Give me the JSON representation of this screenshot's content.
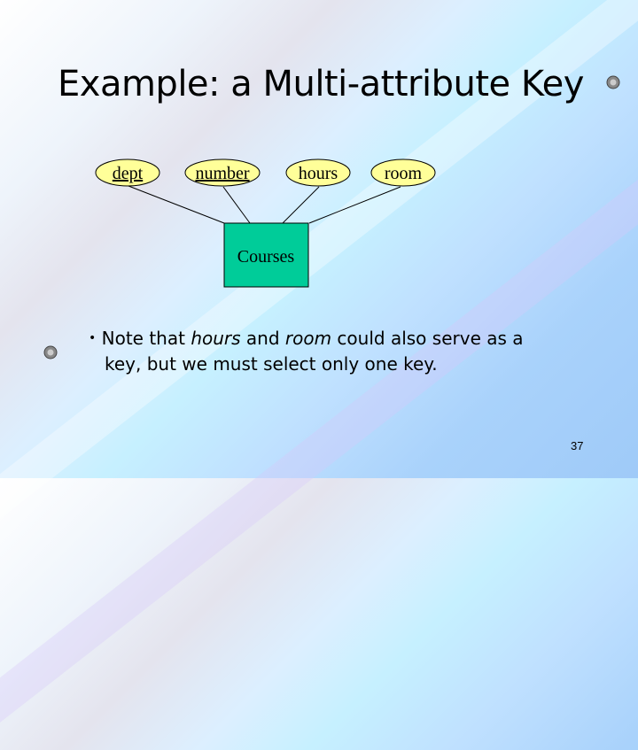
{
  "slide": {
    "title": "Example: a Multi-attribute Key",
    "page_number": "37",
    "bullet": {
      "marker": "•",
      "part1": "Note that ",
      "em1": "hours",
      "part2": " and ",
      "em2": "room",
      "part3": " could also serve as a",
      "line2": "key, but we must select only one key."
    }
  },
  "diagram": {
    "entity": "Courses",
    "attributes": [
      {
        "label": "dept",
        "key": true
      },
      {
        "label": "number",
        "key": true
      },
      {
        "label": "hours",
        "key": false
      },
      {
        "label": "room",
        "key": false
      }
    ]
  },
  "colors": {
    "entity_fill": "#00cc99",
    "attribute_fill": "#ffff99"
  },
  "icons": [
    "speaker-icon",
    "speaker-icon"
  ]
}
